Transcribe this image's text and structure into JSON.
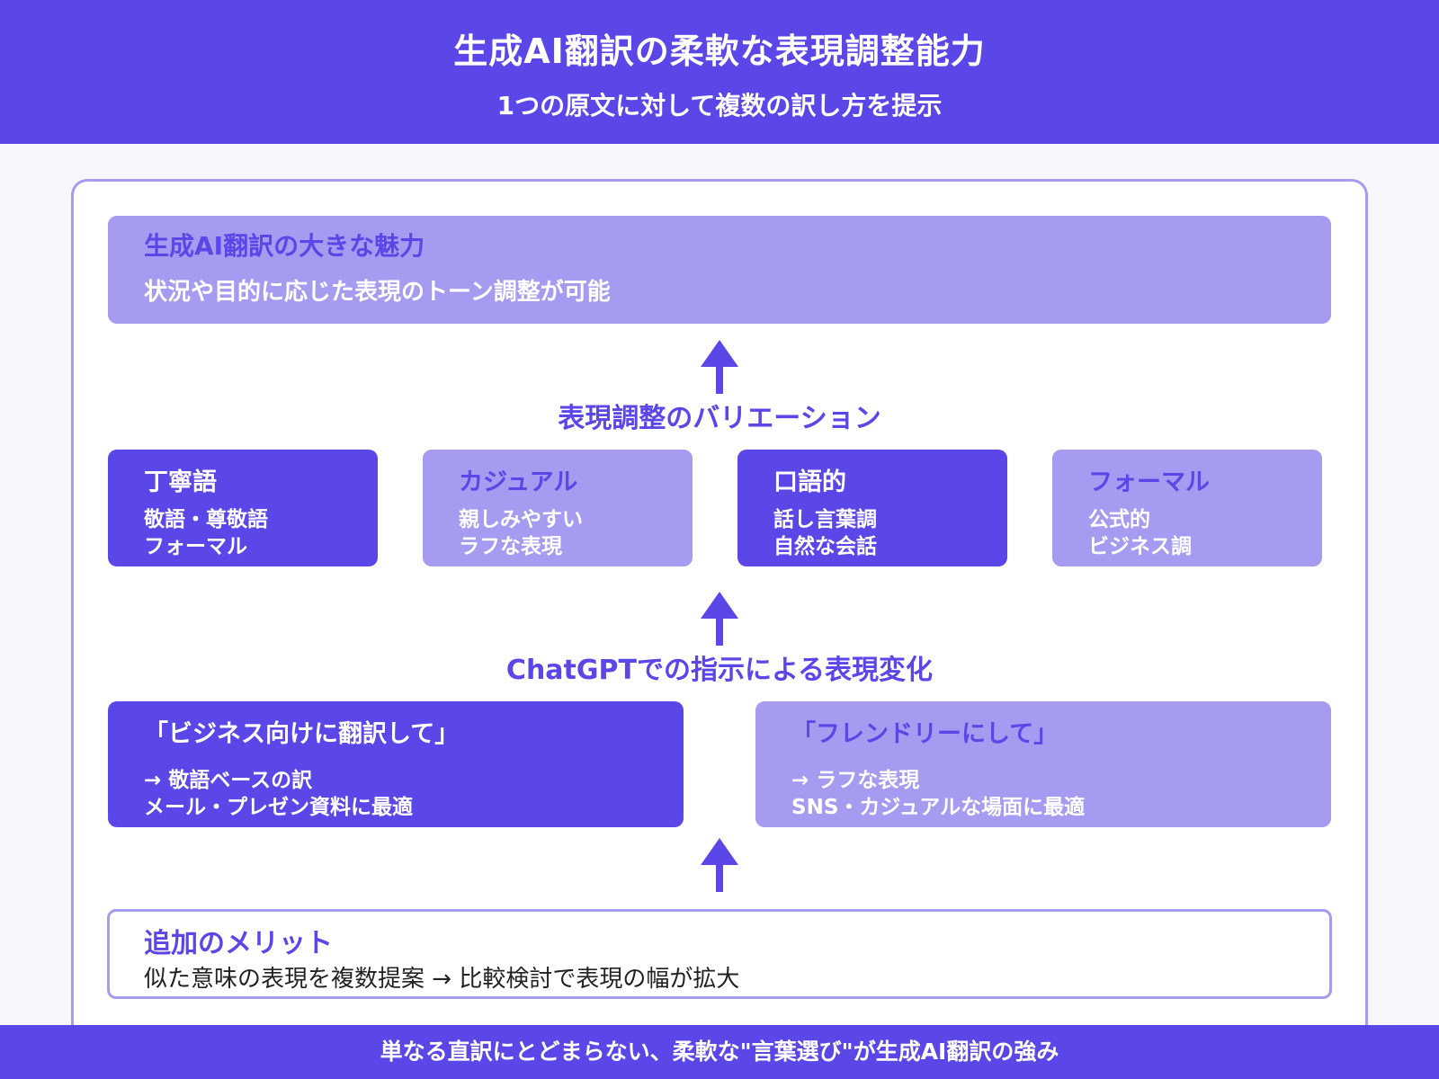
{
  "header": {
    "title": "生成AI翻訳の柔軟な表現調整能力",
    "subtitle": "1つの原文に対して複数の訳し方を提示"
  },
  "appeal": {
    "heading": "生成AI翻訳の大きな魅力",
    "text": "状況や目的に応じた表現のトーン調整が可能"
  },
  "variations": {
    "title": "表現調整のバリエーション",
    "cards": [
      {
        "title": "丁寧語",
        "line1": "敬語・尊敬語",
        "line2": "フォーマル"
      },
      {
        "title": "カジュアル",
        "line1": "親しみやすい",
        "line2": "ラフな表現"
      },
      {
        "title": "口語的",
        "line1": "話し言葉調",
        "line2": "自然な会話"
      },
      {
        "title": "フォーマル",
        "line1": "公式的",
        "line2": "ビジネス調"
      }
    ]
  },
  "instructions": {
    "title": "ChatGPTでの指示による表現変化",
    "items": [
      {
        "prompt": "「ビジネス向けに翻訳して」",
        "line1": "→ 敬語ベースの訳",
        "line2": "メール・プレゼン資料に最適"
      },
      {
        "prompt": "「フレンドリーにして」",
        "line1": "→ ラフな表現",
        "line2": "SNS・カジュアルな場面に最適"
      }
    ]
  },
  "merit": {
    "heading": "追加のメリット",
    "text": "似た意味の表現を複数提案 → 比較検討で表現の幅が拡大"
  },
  "footer": {
    "text": "単なる直訳にとどまらない、柔軟な\"言葉選び\"が生成AI翻訳の強み"
  },
  "colors": {
    "primary": "#5b46e8",
    "light": "#a59bf0",
    "background": "#f7f7fc"
  }
}
